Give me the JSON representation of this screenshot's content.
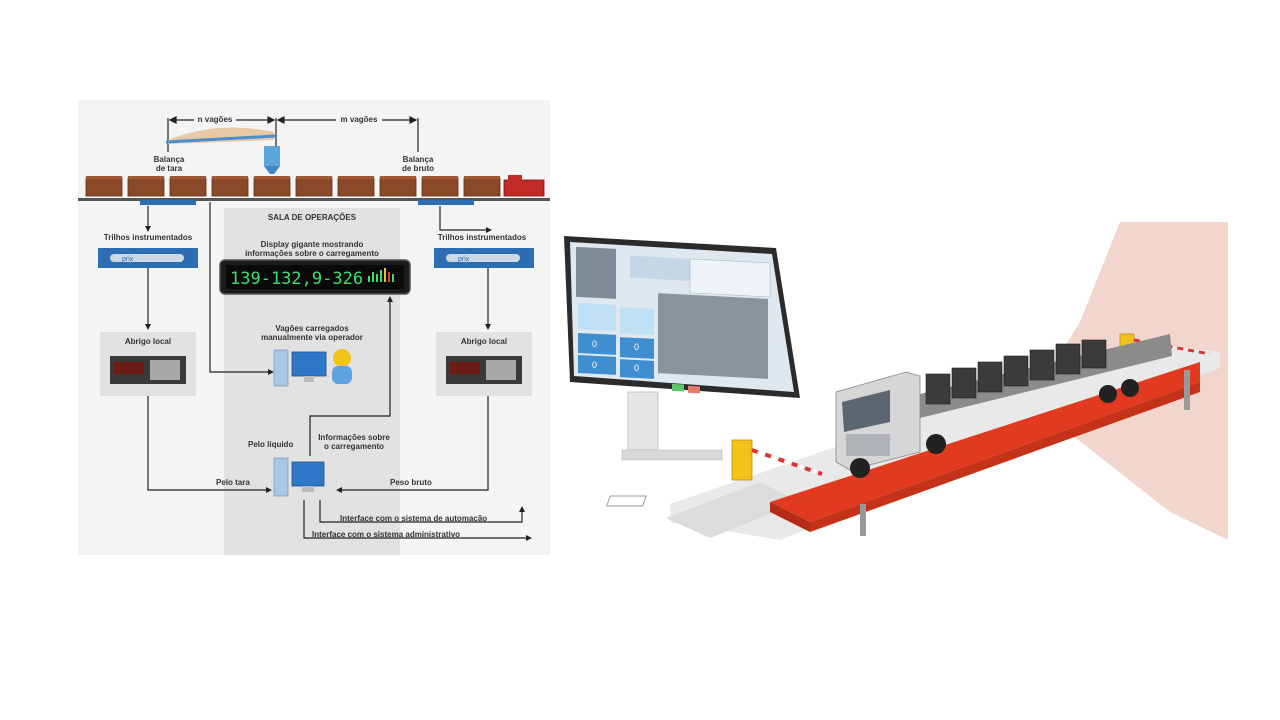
{
  "rail_diagram": {
    "n_wagons": "n vagões",
    "m_wagons": "m vagões",
    "tare_scale": [
      "Balança",
      "de tara"
    ],
    "gross_scale": [
      "Balança",
      "de bruto"
    ],
    "operations_room": "SALA DE OPERAÇÕES",
    "giant_display_caption": [
      "Display gigante mostrando",
      "informações sobre o carregamento"
    ],
    "display_reading": "139-132,9-326",
    "instrumented_rails_left": "Trilhos instrumentados",
    "instrumented_rails_right": "Trilhos instrumentados",
    "rail_sensor_brand": "prix",
    "local_shelter_left": "Abrigo local",
    "local_shelter_right": "Abrigo local",
    "manual_loading": [
      "Vagões carregados",
      "manualmente via operador"
    ],
    "net_weight": "Pelo líquido",
    "loading_info": [
      "Informações sobre",
      "o carregamento"
    ],
    "tare_weight": "Pelo tara",
    "gross_weight": "Peso bruto",
    "automation_interface": "Interface com o sistema de automação",
    "admin_interface": "Interface com o sistema administrativo"
  },
  "truck_scene": {
    "monitor_panel_values": [
      "0",
      "0",
      "0",
      "0"
    ]
  },
  "colors": {
    "rail_blue": "#2d6db3",
    "wagon_brown": "#8a4a2a",
    "display_green": "#3ce06a",
    "platform_red": "#e23a1e",
    "barrier_yellow": "#f2c21a"
  }
}
